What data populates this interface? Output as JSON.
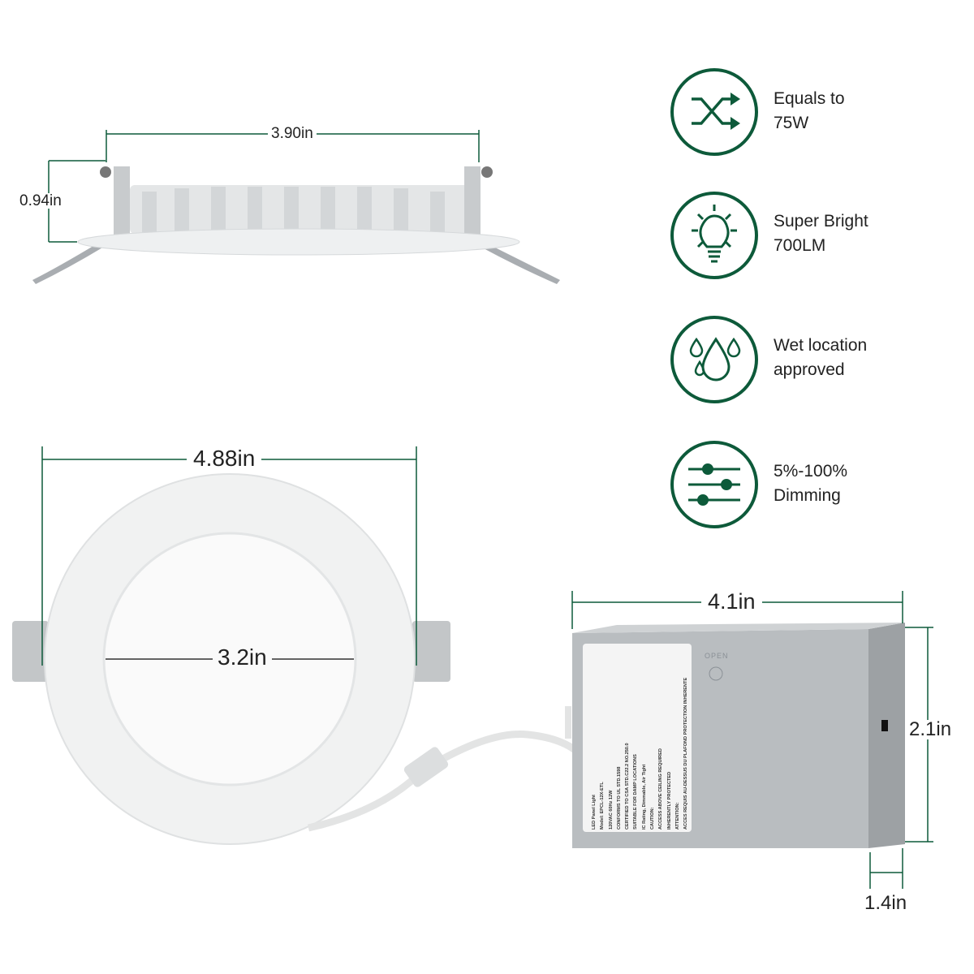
{
  "colors": {
    "accent": "#0d5a3a",
    "metal": "#a9adb1",
    "fixture": "#f2f3f3"
  },
  "dimensions": {
    "side_width": "3.90in",
    "side_height": "0.94in",
    "outer_diameter": "4.88in",
    "cutout_diameter": "3.2in",
    "box_length": "4.1in",
    "box_height": "2.1in",
    "box_depth": "1.4in"
  },
  "features": [
    {
      "icon": "shuffle-arrows-icon",
      "line1": "Equals to",
      "line2": "75W"
    },
    {
      "icon": "light-bulb-icon",
      "line1": "Super Bright",
      "line2": "700LM"
    },
    {
      "icon": "water-drops-icon",
      "line1": "Wet location",
      "line2": "approved"
    },
    {
      "icon": "dimmer-sliders-icon",
      "line1": "5%-100%",
      "line2": "Dimming"
    }
  ],
  "junction_box": {
    "open_label": "OPEN",
    "label_lines": [
      "LED Panel Light",
      "Model: EPCL-12X-ETL",
      "120VAC 60Hz 12W",
      "CONFORMS TO UL STD.1598",
      "CERTIFIED TO CSA STD.C22.2 NO.250.0",
      "SUITABLE FOR DAMP LOCATIONS",
      "IC Rating, Dimmable, Air Tight",
      "CAUTION:",
      "ACCESS ABOVE CEILING REQUIRED",
      "INHERENTLY PROTECTED",
      "ATTENTION:",
      "ACCES REQUIS AU-DESSUS DU PLAFOND PROTECTION INHERENTE"
    ]
  }
}
